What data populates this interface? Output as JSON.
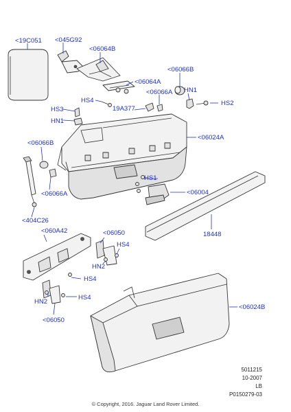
{
  "labels": {
    "l19C051": "<19C051",
    "l045G92": "<045G92",
    "l06064B": "<06064B",
    "l06064A": "<06064A",
    "l06066B_top": "<06066B",
    "l06066A_top": "<06066A",
    "hn1_top": "HN1",
    "hs2": "HS2",
    "hs4_top": "HS4",
    "hs3": "HS3",
    "l19A377": "19A377",
    "hn1_left": "HN1",
    "l06024A": "<06024A",
    "l06066B_left": "<06066B",
    "l06066A_left": "<06066A",
    "hs1": "HS1",
    "l06004": "<06004",
    "l404C26": "<404C26",
    "l18448": "18448",
    "l060A42": "<060A42",
    "l06050_top": "<06050",
    "hs4_mid": "HS4",
    "hn2_top": "HN2",
    "hs4_low1": "HS4",
    "hn2_low": "HN2",
    "hs4_low2": "HS4",
    "l06050_low": "<06050",
    "l06024B": "<06024B"
  },
  "meta": {
    "code": "5011215",
    "date": "10-2007",
    "region": "LB",
    "ref": "P0150279-03"
  },
  "copyright": "© Copyright, 2016. Jaguar Land Rover Limited.",
  "colors": {
    "label": "#1e2fd0",
    "line": "#333333"
  }
}
